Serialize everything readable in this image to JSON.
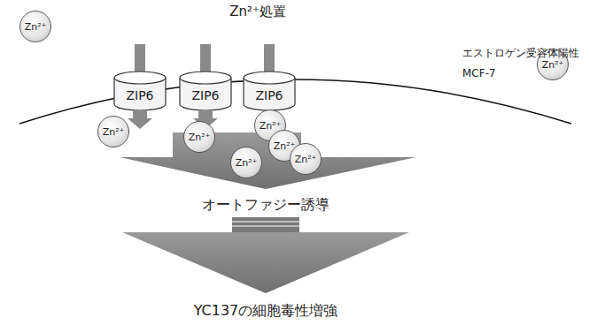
{
  "diagram": {
    "title": "Zn²⁺処置",
    "nodes": [
      {
        "text": [
          "Zn²⁺"
        ]
      },
      {
        "text": [
          "ZIP6"
        ]
      },
      {
        "text": [
          "ZIP6"
        ]
      },
      {
        "text": [
          "ZIP6"
        ]
      },
      {
        "text": [
          "Zn²⁺"
        ]
      },
      {
        "text": [
          "Zn²⁺"
        ]
      },
      {
        "text": [
          "Zn²⁺"
        ]
      },
      {
        "text": [
          "Zn²⁺"
        ]
      },
      {
        "text": [
          "Zn²⁺"
        ]
      },
      {
        "text": [
          "Zn²⁺"
        ]
      },
      {
        "text": [
          "Zn²⁺"
        ]
      }
    ],
    "labels": [
      "エストロゲン受容体陽性",
      "MCF-7",
      "オートファジー誘導",
      "YC137の細胞毒性増強"
    ]
  }
}
